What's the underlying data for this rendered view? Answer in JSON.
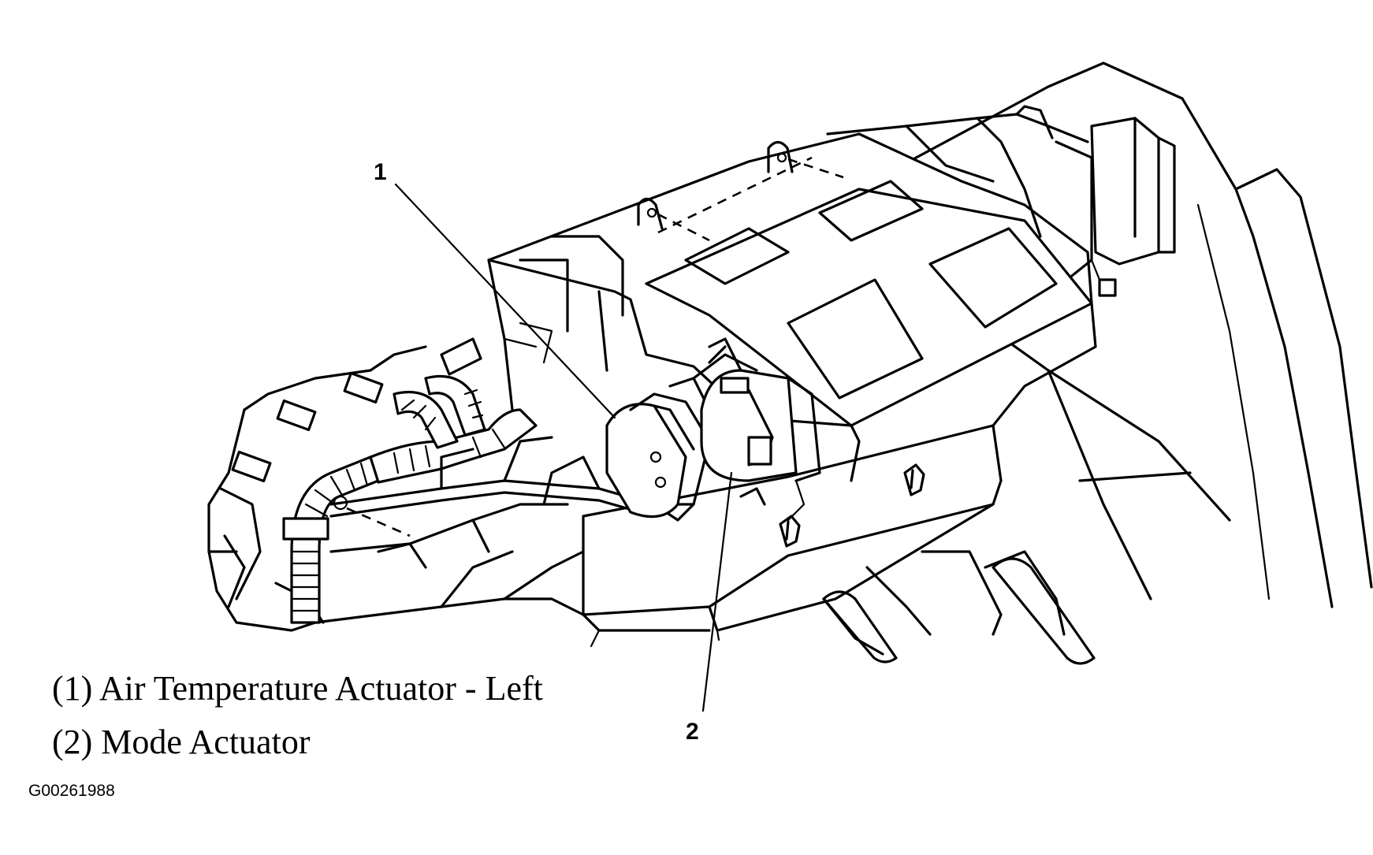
{
  "callouts": [
    {
      "number": "1"
    },
    {
      "number": "2"
    }
  ],
  "legend": [
    {
      "text": "(1) Air Temperature Actuator - Left"
    },
    {
      "text": "(2) Mode Actuator"
    }
  ],
  "figure_id": "G00261988"
}
